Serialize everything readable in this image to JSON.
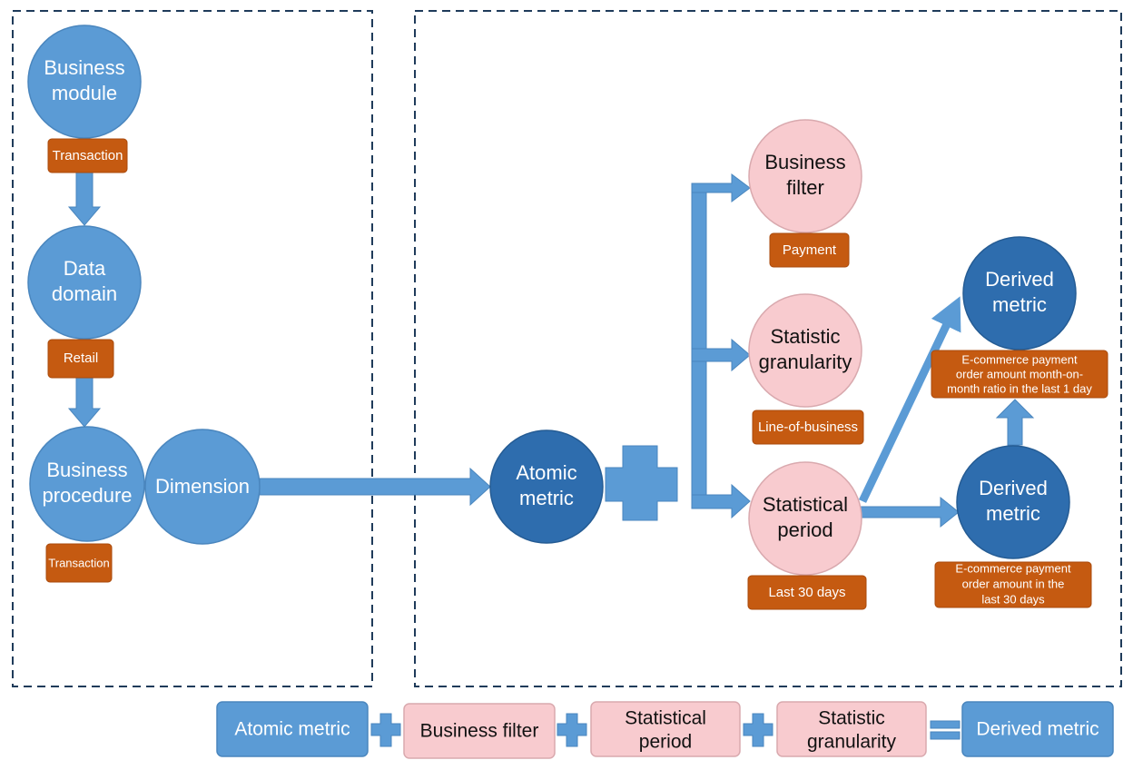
{
  "colors": {
    "blue_light": "#5B9BD5",
    "blue_dark": "#2E6DAE",
    "pink": "#F8CBCF",
    "orange": "#C55A11",
    "arrow": "#5B9BD5",
    "dash": "#1F3B5A"
  },
  "left_panel": {
    "business_module": {
      "label": [
        "Business",
        "module"
      ],
      "tag": "Transaction"
    },
    "data_domain": {
      "label": [
        "Data",
        "domain"
      ],
      "tag": "Retail"
    },
    "business_procedure": {
      "label": [
        "Business",
        "procedure"
      ],
      "tag": "Transaction"
    },
    "dimension": {
      "label": [
        "Dimension"
      ]
    }
  },
  "right_panel": {
    "atomic_metric": {
      "label": [
        "Atomic",
        "metric"
      ]
    },
    "business_filter": {
      "label": [
        "Business",
        "filter"
      ],
      "tag": [
        "Payment"
      ]
    },
    "statistic_granularity": {
      "label": [
        "Statistic",
        "granularity"
      ],
      "tag": [
        "Line-of-business"
      ]
    },
    "statistical_period": {
      "label": [
        "Statistical",
        "period"
      ],
      "tag": [
        "Last 30 days"
      ]
    },
    "derived_metric_top": {
      "label": [
        "Derived",
        "metric"
      ],
      "tag": [
        "E-commerce payment",
        "order amount month-on-",
        "month ratio in the last 1 day"
      ]
    },
    "derived_metric_bottom": {
      "label": [
        "Derived",
        "metric"
      ],
      "tag": [
        "E-commerce payment",
        "order amount in the",
        "last 30 days"
      ]
    }
  },
  "formula": {
    "atomic_metric": [
      "Atomic metric"
    ],
    "business_filter": [
      "Business filter"
    ],
    "statistical_period": [
      "Statistical",
      "period"
    ],
    "statistic_granularity": [
      "Statistic",
      "granularity"
    ],
    "derived_metric": [
      "Derived metric"
    ]
  }
}
